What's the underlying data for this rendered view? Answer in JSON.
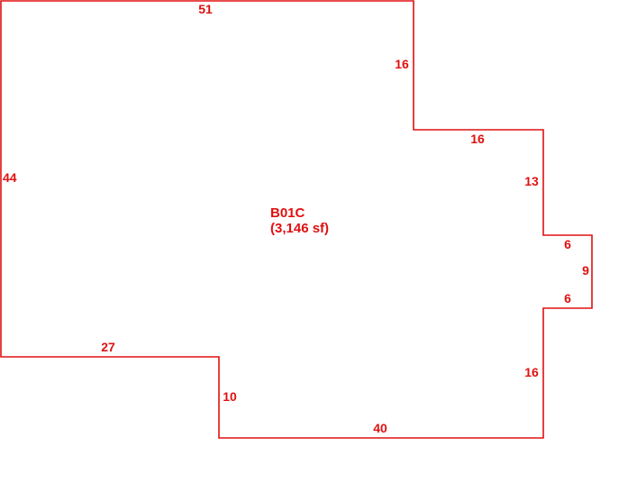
{
  "plan": {
    "line_color": "#e01010",
    "text_color": "#e01010",
    "area": {
      "name": "B01C",
      "size": "(3,146 sf)"
    },
    "dimensions": {
      "top": "51",
      "left": "44",
      "right_upper": "16",
      "step_top": "16",
      "step_right": "13",
      "bump_top": "6",
      "bump_right": "9",
      "bump_bottom": "6",
      "right_lower": "16",
      "bottom": "40",
      "notch_side": "10",
      "notch_top": "27"
    }
  }
}
